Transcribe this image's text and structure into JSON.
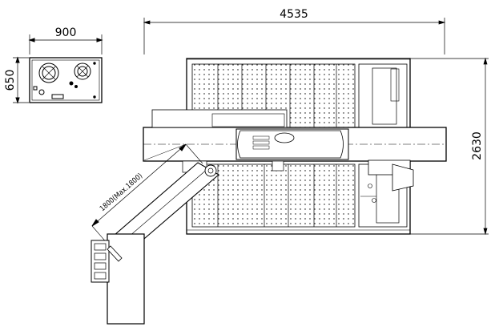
{
  "dimensions": {
    "overall_width": "4535",
    "overall_depth": "2630",
    "cabinet_width": "900",
    "cabinet_depth": "650",
    "arm_length": "1800(Max.1800)"
  },
  "colors": {
    "line": "#000000",
    "background": "#ffffff"
  }
}
